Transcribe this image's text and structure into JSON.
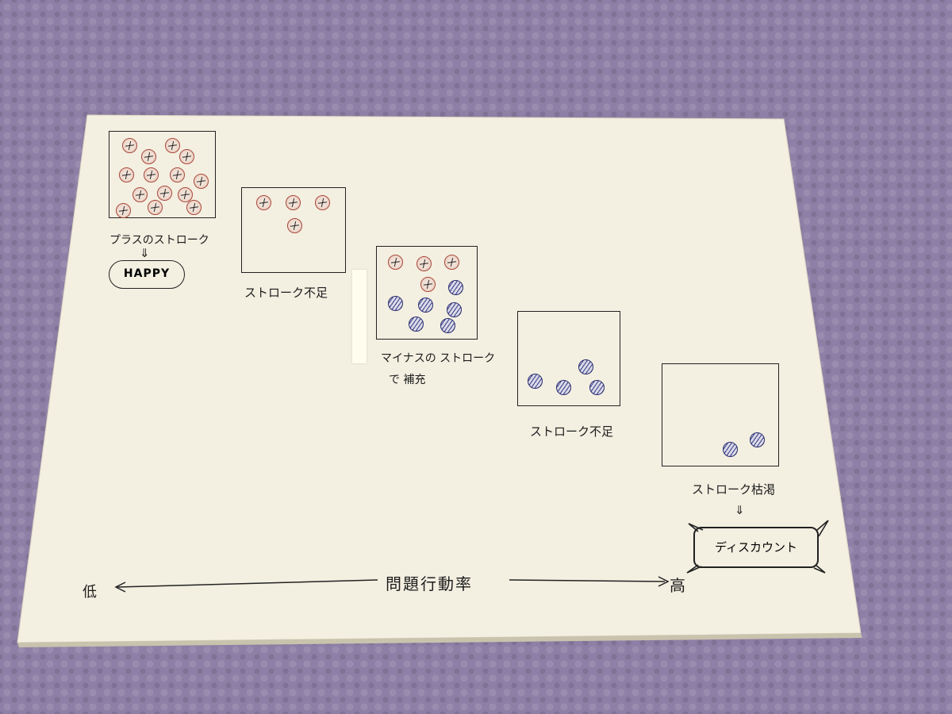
{
  "diagram": {
    "stages": [
      {
        "label": "プラスのストローク",
        "plus_dots": 14,
        "minus_dots": 0
      },
      {
        "label": "ストローク不足",
        "plus_dots": 4,
        "minus_dots": 0
      },
      {
        "label_line1": "マイナスの ストローク",
        "label_line2": "で 補充",
        "plus_dots": 4,
        "minus_dots": 6
      },
      {
        "label": "ストローク不足",
        "plus_dots": 0,
        "minus_dots": 4
      },
      {
        "label": "ストローク枯渇",
        "plus_dots": 0,
        "minus_dots": 2
      }
    ],
    "happy": "HAPPY",
    "discount": "ディスカウント",
    "axis": {
      "label": "問題行動率",
      "low": "低",
      "high": "高"
    }
  },
  "colors": {
    "background": "#8e7fa6",
    "paper": "#f3efe1",
    "plus_stroke": "#a8473a",
    "minus_stroke": "#2b2f6e",
    "ink": "#1c1c1c"
  }
}
